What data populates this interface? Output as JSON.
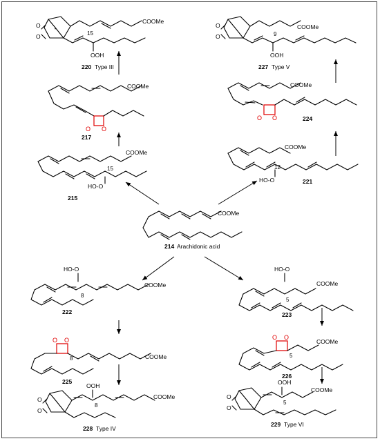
{
  "compounds": {
    "c214": {
      "number": "214",
      "name": "Arachidonic acid",
      "ester": "COOMe"
    },
    "c215": {
      "number": "215",
      "locant": "15",
      "hydroperoxy": "HO-O",
      "ester": "COOMe"
    },
    "c217": {
      "number": "217",
      "ester": "COOMe"
    },
    "c220": {
      "number": "220",
      "type": "Type III",
      "locant": "15",
      "hydroxyl": "OOH",
      "ester": "COOMe"
    },
    "c221": {
      "number": "221",
      "locant": "12",
      "hydroperoxy": "HO-O",
      "ester": "COOMe"
    },
    "c224": {
      "number": "224",
      "ester": "COOMe"
    },
    "c227": {
      "number": "227",
      "type": "Type V",
      "locant": "9",
      "hydroxyl": "OOH",
      "ester": "COOMe"
    },
    "c222": {
      "number": "222",
      "locant": "8",
      "hydroperoxy": "HO-O",
      "ester": "COOMe"
    },
    "c225": {
      "number": "225",
      "locant": "8",
      "ester": "COOMe"
    },
    "c228": {
      "number": "228",
      "type": "Type IV",
      "locant": "8",
      "hydroxyl": "OOH",
      "ester": "COOMe"
    },
    "c223": {
      "number": "223",
      "locant": "5",
      "hydroperoxy": "HO-O",
      "ester": "COOMe"
    },
    "c226": {
      "number": "226",
      "locant": "5",
      "ester": "COOMe"
    },
    "c229": {
      "number": "229",
      "type": "Type VI",
      "locant": "5",
      "hydroxyl": "OOH",
      "ester": "COOMe"
    }
  },
  "atoms": {
    "oxygen": "O",
    "hydrogen_oxygen": "OH"
  },
  "colors": {
    "peroxide_ring": "#e00000",
    "bonds": "#000000"
  }
}
